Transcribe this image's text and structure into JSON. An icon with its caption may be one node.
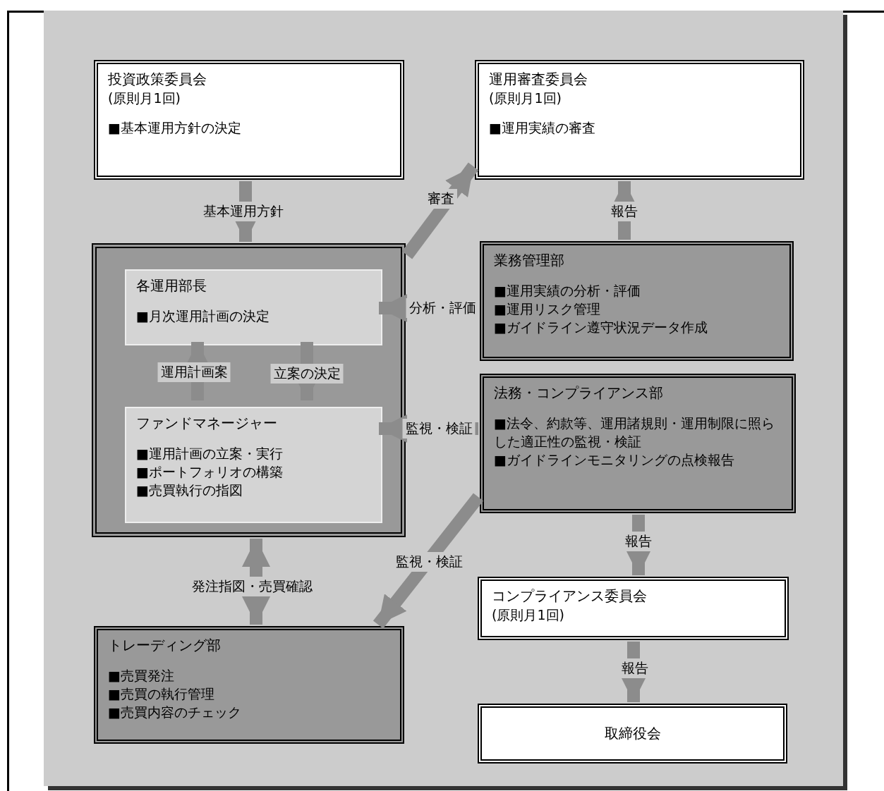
{
  "diagram": {
    "nodes": [
      {
        "text": [
          "投資政策委員会",
          "(原則月1回)",
          "■基本運用方針の決定"
        ]
      },
      {
        "text": [
          "運用審査委員会",
          "(原則月1回)",
          "■運用実績の審査"
        ]
      },
      {
        "text": [],
        "shape": "box"
      },
      {
        "text": [
          "各運用部長",
          "■月次運用計画の決定"
        ],
        "in": 2
      },
      {
        "text": [
          "ファンドマネージャー",
          "■運用計画の立案・実行",
          "■ポートフォリオの構築",
          "■売買執行の指図"
        ],
        "in": 2
      },
      {
        "text": [
          "業務管理部",
          "■運用実績の分析・評価",
          "■運用リスク管理",
          "■ガイドライン遵守状況データ作成"
        ]
      },
      {
        "text": [
          "法務・コンプライアンス部",
          "■法令、約款等、運用諸規則・運用制限に照らした適正性の監視・検証",
          "■ガイドラインモニタリングの点検報告"
        ]
      },
      {
        "text": [
          "トレーディング部",
          "■売買発注",
          "■売買の執行管理",
          "■売買内容のチェック"
        ]
      },
      {
        "text": [
          "コンプライアンス委員会",
          "(原則月1回)"
        ]
      },
      {
        "text": [
          "取締役会"
        ]
      }
    ],
    "edges": [
      {
        "from": 0,
        "to": 2,
        "arrow": "to",
        "label": "基本運用方針"
      },
      {
        "from": 2,
        "to": 1,
        "arrow": "to",
        "label": "審査"
      },
      {
        "from": 5,
        "to": 1,
        "arrow": "to",
        "label": "報告"
      },
      {
        "from": 5,
        "to": 3,
        "arrow": "to",
        "label": "分析・評価"
      },
      {
        "from": 4,
        "to": 3,
        "arrow": "to",
        "label": "運用計画案"
      },
      {
        "from": 3,
        "to": 4,
        "arrow": "to",
        "label": "立案の決定"
      },
      {
        "from": 6,
        "to": 4,
        "arrow": "to",
        "label": "監視・検証"
      },
      {
        "from": 6,
        "to": 7,
        "arrow": "to",
        "label": "監視・検証"
      },
      {
        "from": 2,
        "to": 7,
        "arrow": "both",
        "label": "発注指図・売買確認"
      },
      {
        "from": 6,
        "to": 8,
        "arrow": "to",
        "label": "報告"
      },
      {
        "from": 8,
        "to": 9,
        "arrow": "to",
        "label": "報告"
      }
    ]
  }
}
